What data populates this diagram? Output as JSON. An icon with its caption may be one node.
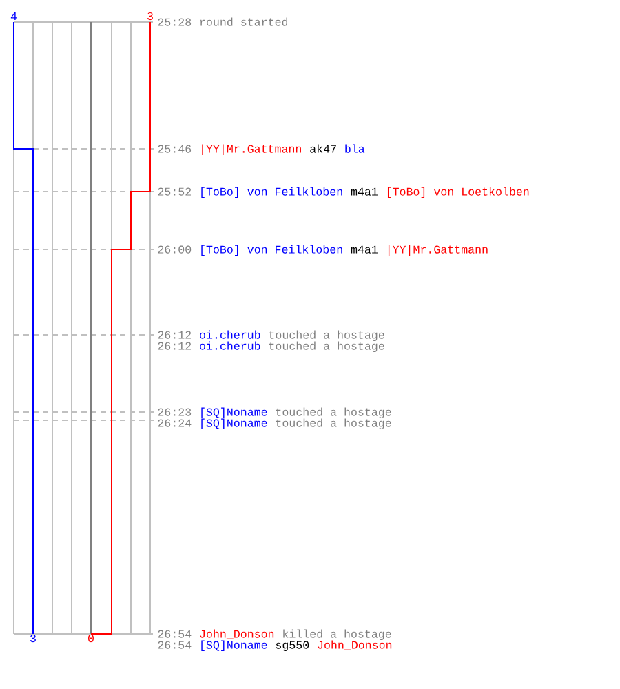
{
  "diagram": {
    "labels": [
      "4",
      "3",
      "25:28",
      "round started",
      "25:46",
      "|YY|Mr.Gattmann",
      "ak47",
      "bla",
      "25:52",
      "[ToBo] von Feilkloben",
      "m4a1",
      "[ToBo] von Loetkolben",
      "26:00",
      "[ToBo] von Feilkloben",
      "m4a1",
      "|YY|Mr.Gattmann",
      "26:12",
      "oi.cherub",
      "touched a hostage",
      "26:12",
      "oi.cherub",
      "touched a hostage",
      "26:23",
      "[SQ]Noname",
      "touched a hostage",
      "26:24",
      "[SQ]Noname",
      "touched a hostage",
      "3",
      "0",
      "26:54",
      "John_Donson",
      "killed a hostage",
      "26:54",
      "[SQ]Noname",
      "sg550",
      "John_Donson"
    ]
  }
}
